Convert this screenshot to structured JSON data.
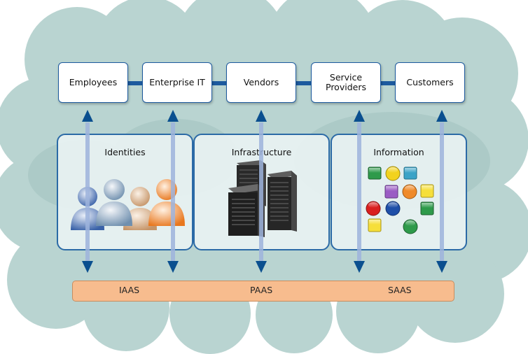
{
  "stakeholders": [
    "Employees",
    "Enterprise IT",
    "Vendors",
    "Service\nProviders",
    "Customers"
  ],
  "panels": [
    "Identities",
    "Infrastructure",
    "Information"
  ],
  "services": [
    "IAAS",
    "PAAS",
    "SAAS"
  ],
  "colors": {
    "cloud": "#b9d4d1",
    "connector": "#1d5a9e",
    "arrow": "#0a4f8f",
    "panel_border": "#2b6aa6",
    "bar": "#f7bc8e"
  },
  "icons": [
    "people-group-icon",
    "server-rack-icon",
    "data-objects-icon"
  ]
}
